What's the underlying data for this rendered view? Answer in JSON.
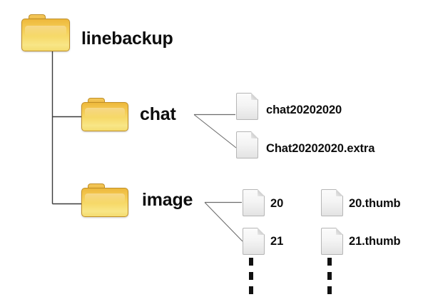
{
  "diagram": {
    "title": "linebackup folder tree",
    "background_color": "#ffffff",
    "line_color": "#555555",
    "text_color": "#0d0d0d",
    "folder_color": "#f2c44b",
    "folder_border_color": "#c08f27",
    "file_color": "#f4f4f4",
    "file_border_color": "#b6b6b6",
    "ellipsis_color": "#111111"
  },
  "root": {
    "label": "linebackup",
    "icon": "folder-icon"
  },
  "folders": [
    {
      "label": "chat",
      "icon": "folder-icon"
    },
    {
      "label": "image",
      "icon": "folder-icon"
    }
  ],
  "chat_files": [
    {
      "label": "chat20202020",
      "icon": "file-icon"
    },
    {
      "label": "Chat20202020.extra",
      "icon": "file-icon"
    }
  ],
  "image_files": [
    {
      "label": "20",
      "icon": "file-icon"
    },
    {
      "label": "21",
      "icon": "file-icon"
    }
  ],
  "thumb_files": [
    {
      "label": "20.thumb",
      "icon": "file-icon"
    },
    {
      "label": "21.thumb",
      "icon": "file-icon"
    }
  ],
  "ellipsis": {
    "image_column": "⋮",
    "thumb_column": "⋮"
  }
}
